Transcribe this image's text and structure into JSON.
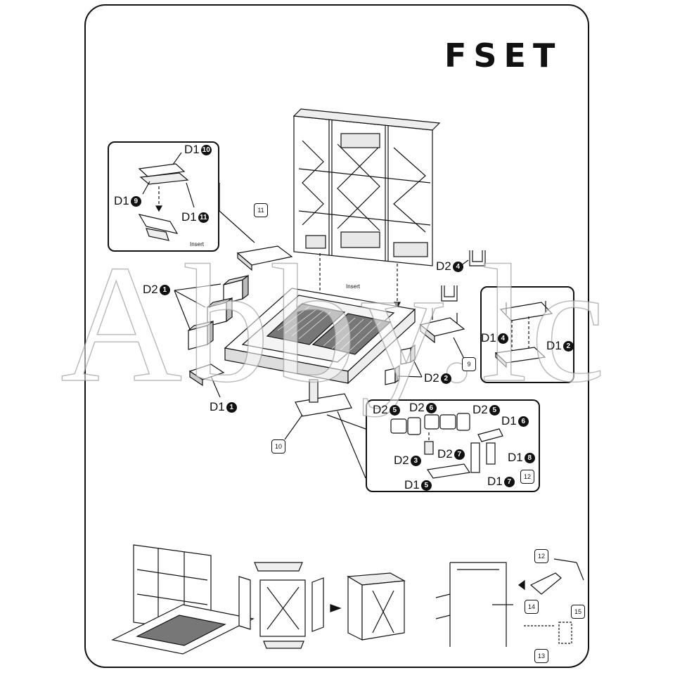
{
  "title": "FSET",
  "watermark": "Abby.lc",
  "insert_label": "Insert",
  "labels": {
    "d1_10": {
      "prefix": "D1",
      "num": "10"
    },
    "d1_9": {
      "prefix": "D1",
      "num": "9"
    },
    "d1_11": {
      "prefix": "D1",
      "num": "11"
    },
    "d2_1": {
      "prefix": "D2",
      "num": "1"
    },
    "d2_4": {
      "prefix": "D2",
      "num": "4"
    },
    "d1_4": {
      "prefix": "D1",
      "num": "4"
    },
    "d1_2": {
      "prefix": "D1",
      "num": "2"
    },
    "d2_2": {
      "prefix": "D2",
      "num": "2"
    },
    "d1_1": {
      "prefix": "D1",
      "num": "1"
    },
    "d2_5a": {
      "prefix": "D2",
      "num": "5"
    },
    "d2_6": {
      "prefix": "D2",
      "num": "6"
    },
    "d2_5b": {
      "prefix": "D2",
      "num": "5"
    },
    "d1_6": {
      "prefix": "D1",
      "num": "6"
    },
    "d2_3": {
      "prefix": "D2",
      "num": "3"
    },
    "d2_7": {
      "prefix": "D2",
      "num": "7"
    },
    "d1_8": {
      "prefix": "D1",
      "num": "8"
    },
    "d1_5": {
      "prefix": "D1",
      "num": "5"
    },
    "d1_7": {
      "prefix": "D1",
      "num": "7"
    }
  },
  "step_markers": {
    "s9": "9",
    "s10": "10",
    "s11": "11",
    "s12a": "12",
    "s12b": "12",
    "s13": "13",
    "s14": "14",
    "s15": "15"
  },
  "colors": {
    "line": "#111111",
    "fill": "#ffffff",
    "shade": "#d8d8d8",
    "grid": "#444444"
  }
}
